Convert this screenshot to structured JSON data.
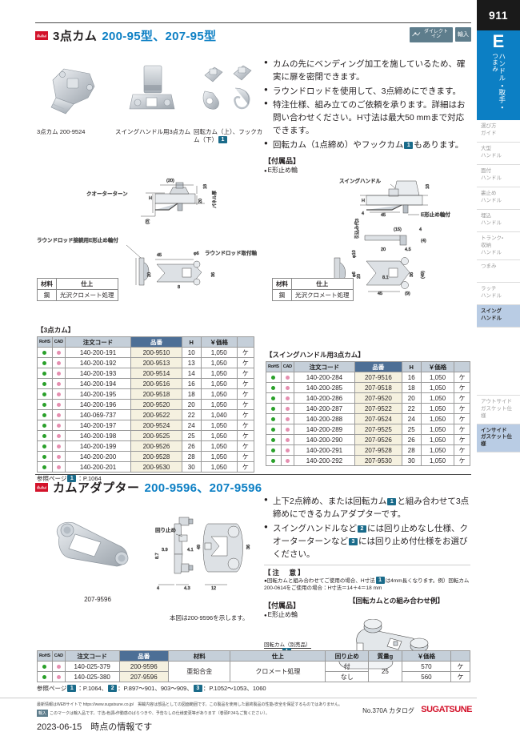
{
  "sidebar": {
    "page_number": "911",
    "tab_letter": "E",
    "tab_vertical_main": "ハンドル・取手・",
    "tab_vertical_sub": "つまみ",
    "items": [
      {
        "label": "選び方\nガイド",
        "active": false
      },
      {
        "label": "大型\nハンドル",
        "active": false
      },
      {
        "label": "面付\nハンドル",
        "active": false
      },
      {
        "label": "裏止め\nハンドル",
        "active": false
      },
      {
        "label": "埋込\nハンドル",
        "active": false
      },
      {
        "label": "トランク・\n収納\nハンドル",
        "active": false
      },
      {
        "label": "つまみ",
        "active": false
      },
      {
        "label": "ラッチ\nハンドル",
        "active": false
      },
      {
        "label": "スイング\nハンドル",
        "active": true
      },
      {
        "label": "アウトサイド\nガスケット仕様",
        "active": false
      },
      {
        "label": "インサイド\nガスケット仕様",
        "active": true
      }
    ]
  },
  "section1": {
    "title_ja": "3点カム",
    "title_no": "200-95型、207-95型",
    "badge_direct_l1": "ダイレクト",
    "badge_direct_l2": "イン",
    "badge_import": "輸入",
    "photo_captions": [
      "3点カム 200-9524",
      "スイングハンドル用3点カム",
      "回転カム（上）、フックカム（下）"
    ],
    "photo_caption3_chip": "1",
    "bullets": [
      "カムの先にベンディング加工を施しているため、確実に扉を密閉できます。",
      "ラウンドロッドを使用して、3点締めにできます。",
      "特注仕様、組み立てのご依頼を承ります。詳細はお問い合わせください。H寸法は最大50 mmまで対応できます。",
      "回転カム（1点締め）やフックカム<chip>もあります。"
    ],
    "bullet4_chip": "1",
    "attach_title": "【付属品】",
    "attach_item": "E形止め輪"
  },
  "drawing1": {
    "label_quarter": "クオーターターン",
    "label_round_e": "ラウンドロッド接続用E形止め輪付",
    "label_round_mount": "ラウンドロッド取付軸",
    "label_panel": "パネル厚",
    "dims": [
      "(20)",
      "18",
      "20",
      "H",
      "(3)",
      "45",
      "20",
      "φ6",
      "36",
      "8"
    ]
  },
  "drawing2": {
    "label_swing": "スイングハンドル",
    "label_e_ring": "E形止め輪付",
    "label_draw": "引込み代3",
    "dims": [
      "18",
      "H",
      "4",
      "45",
      "(15)",
      "4",
      "(4)",
      "20",
      "4.5",
      "φ10",
      "φ6",
      "20",
      "8.1",
      "8.1",
      "36",
      "(49)",
      "45",
      "(9)"
    ]
  },
  "material_table1": {
    "headers": [
      "材料",
      "仕上"
    ],
    "rows": [
      [
        "鋼",
        "光沢クロメート処理"
      ]
    ]
  },
  "material_table2": {
    "headers": [
      "材料",
      "仕上"
    ],
    "rows": [
      [
        "鋼",
        "光沢クロメート処理"
      ]
    ]
  },
  "table1": {
    "caption": "【3点カム】",
    "headers": [
      "RoHS",
      "CAD",
      "注文コード",
      "品番",
      "H",
      "￥価格",
      ""
    ],
    "rows": [
      [
        "140-200-191",
        "200-9510",
        "10",
        "1,050",
        "ケ"
      ],
      [
        "140-200-192",
        "200-9513",
        "13",
        "1,050",
        "ケ"
      ],
      [
        "140-200-193",
        "200-9514",
        "14",
        "1,050",
        "ケ"
      ],
      [
        "140-200-194",
        "200-9516",
        "16",
        "1,050",
        "ケ"
      ],
      [
        "140-200-195",
        "200-9518",
        "18",
        "1,050",
        "ケ"
      ],
      [
        "140-200-196",
        "200-9520",
        "20",
        "1,050",
        "ケ"
      ],
      [
        "140-069-737",
        "200-9522",
        "22",
        "1,040",
        "ケ"
      ],
      [
        "140-200-197",
        "200-9524",
        "24",
        "1,050",
        "ケ"
      ],
      [
        "140-200-198",
        "200-9525",
        "25",
        "1,050",
        "ケ"
      ],
      [
        "140-200-199",
        "200-9526",
        "26",
        "1,050",
        "ケ"
      ],
      [
        "140-200-200",
        "200-9528",
        "28",
        "1,050",
        "ケ"
      ],
      [
        "140-200-201",
        "200-9530",
        "30",
        "1,050",
        "ケ"
      ]
    ],
    "ref_prefix": "参照ページ",
    "ref_chip": "1",
    "ref_text": "：P.1064"
  },
  "table2": {
    "caption": "【スイングハンドル用3点カム】",
    "headers": [
      "RoHS",
      "CAD",
      "注文コード",
      "品番",
      "H",
      "￥価格",
      ""
    ],
    "rows": [
      [
        "140-200-284",
        "207-9516",
        "16",
        "1,050",
        "ケ"
      ],
      [
        "140-200-285",
        "207-9518",
        "18",
        "1,050",
        "ケ"
      ],
      [
        "140-200-286",
        "207-9520",
        "20",
        "1,050",
        "ケ"
      ],
      [
        "140-200-287",
        "207-9522",
        "22",
        "1,050",
        "ケ"
      ],
      [
        "140-200-288",
        "207-9524",
        "24",
        "1,050",
        "ケ"
      ],
      [
        "140-200-289",
        "207-9525",
        "25",
        "1,050",
        "ケ"
      ],
      [
        "140-200-290",
        "207-9526",
        "26",
        "1,050",
        "ケ"
      ],
      [
        "140-200-291",
        "207-9528",
        "28",
        "1,050",
        "ケ"
      ],
      [
        "140-200-292",
        "207-9530",
        "30",
        "1,050",
        "ケ"
      ]
    ]
  },
  "section2": {
    "title_ja": "カムアダプター",
    "title_no": "200-9596、207-9596",
    "bullets": [
      "上下2点締め、または回転カム<chip1>と組み合わせて3点締めにできるカムアダプターです。",
      "スイングハンドルなど<chip2>には回り止めなし仕様、クオーターターンなど<chip3>には回り止め付仕様をお選びください。"
    ],
    "chips": [
      "1",
      "2",
      "3"
    ],
    "caution_title": "【注　意】",
    "caution_body": "●回転カムと組み合わせてご使用の場合、H寸法<chip>は4mm長くなります。例）回転カム 200-0614をご使用の場合：H寸法＝14＋4＝18 mm",
    "caution_chip": "1",
    "attach_title": "【付属品】",
    "attach_item": "E形止め輪",
    "example_title": "【回転カムとの組み合わせ例】",
    "example_label": "回転カム（別売品）",
    "example_chip": "1",
    "photo_caption": "207-9596",
    "drawing_note": "本図は200-9596を示します。",
    "drawing_label_stop": "回り止め",
    "drawing_dims": [
      "3.9",
      "4.1",
      "8.7",
      "4",
      "4.3",
      "12",
      "49",
      "36"
    ]
  },
  "table3": {
    "headers": [
      "RoHS",
      "CAD",
      "注文コード",
      "品番",
      "材料",
      "仕上",
      "回り止め",
      "質量g",
      "￥価格",
      ""
    ],
    "rows": [
      {
        "code": "140-025-379",
        "hinban": "200-9596",
        "stop": "付",
        "price": "570",
        "unit": "ケ"
      },
      {
        "code": "140-025-380",
        "hinban": "207-9596",
        "stop": "なし",
        "price": "560",
        "unit": "ケ"
      }
    ],
    "material": "亜鉛合金",
    "finish": "クロメート処理",
    "weight": "25",
    "ref_prefix": "参照ページ",
    "ref_1_chip": "1",
    "ref_1_text": "：P.1064、",
    "ref_2_chip": "2",
    "ref_2_text": "：P.897～901、903～909、",
    "ref_3_chip": "3",
    "ref_3_text": "：P.1052～1053、1060"
  },
  "footer": {
    "line1": "最新情報はWEBサイトで https://www.sugatsune.co.jp/　掲載内容は部品としての図面範囲です。この製品を使用した最終製品の性能・安全を保証するものではありません。",
    "chip": "輸入",
    "line2": "このマークは輸入品です。寸法・色調・作動感のばらつきや、予告なしの仕様変更等があります（巻頭P.34もご覧ください）。",
    "catalog": "No.370A カタログ",
    "logo": "SUGATSUNE",
    "date_line": "2023-06-15　時点の情報です"
  }
}
